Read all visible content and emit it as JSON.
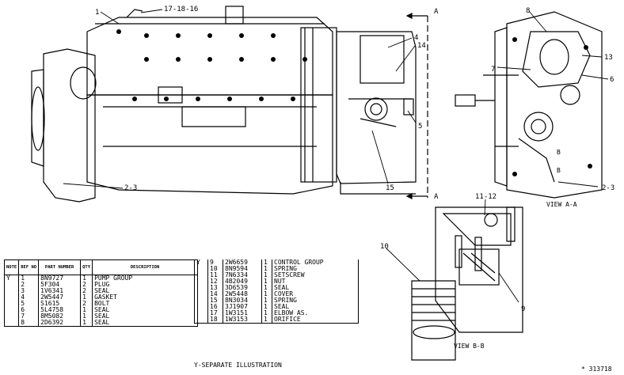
{
  "callouts": {
    "c1": "1",
    "c17": "17-18-16",
    "cA_top": "A",
    "cA_bot": "A",
    "c4": "4",
    "c14": "14",
    "c5": "5",
    "c15": "15",
    "c2_3_left": "2-3",
    "c8": "8",
    "c13": "13",
    "c7": "7",
    "c6": "6",
    "c2_3_right": "2-3",
    "c11_12": "11-12",
    "c10": "10",
    "c9": "9"
  },
  "views": {
    "view_aa": "VIEW A-A",
    "view_bb": "VIEW B-B",
    "b_top": "B",
    "b_bot": "B"
  },
  "table_left": {
    "headers": [
      "NOTE",
      "REF NO",
      "PART NUMBER",
      "QTY",
      "DESCRIPTION"
    ],
    "rows": [
      [
        "Y",
        "1",
        "8N9727",
        "1",
        "PUMP GROUP"
      ],
      [
        "",
        "2",
        "5F304",
        "2",
        "PLUG"
      ],
      [
        "",
        "3",
        "1V6341",
        "2",
        "SEAL"
      ],
      [
        "",
        "4",
        "2W5447",
        "1",
        "GASKET"
      ],
      [
        "",
        "5",
        "S1615",
        "2",
        "BOLT"
      ],
      [
        "",
        "6",
        "5L4758",
        "1",
        "SEAL"
      ],
      [
        "",
        "7",
        "8M5082",
        "1",
        "SEAL"
      ],
      [
        "",
        "8",
        "2D6392",
        "1",
        "SEAL"
      ]
    ]
  },
  "table_right": {
    "rows": [
      [
        "Y",
        "9",
        "2W6659",
        "1",
        "CONTROL GROUP"
      ],
      [
        "",
        "10",
        "8N9594",
        "1",
        "SPRING"
      ],
      [
        "",
        "11",
        "7N6334",
        "1",
        "SETSCREW"
      ],
      [
        "",
        "12",
        "4B2049",
        "1",
        "NUT"
      ],
      [
        "",
        "13",
        "3D6539",
        "1",
        "SEAL"
      ],
      [
        "",
        "14",
        "2W5448",
        "1",
        "COVER"
      ],
      [
        "",
        "15",
        "8N3034",
        "1",
        "SPRING"
      ],
      [
        "",
        "16",
        "3J1907",
        "1",
        "SEAL"
      ],
      [
        "",
        "17",
        "1W3151",
        "1",
        "ELBOW AS."
      ],
      [
        "",
        "18",
        "1W3153",
        "1",
        "ORIFICE"
      ]
    ]
  },
  "caption": "Y-SEPARATE ILLUSTRATION",
  "reference": "* 313718"
}
